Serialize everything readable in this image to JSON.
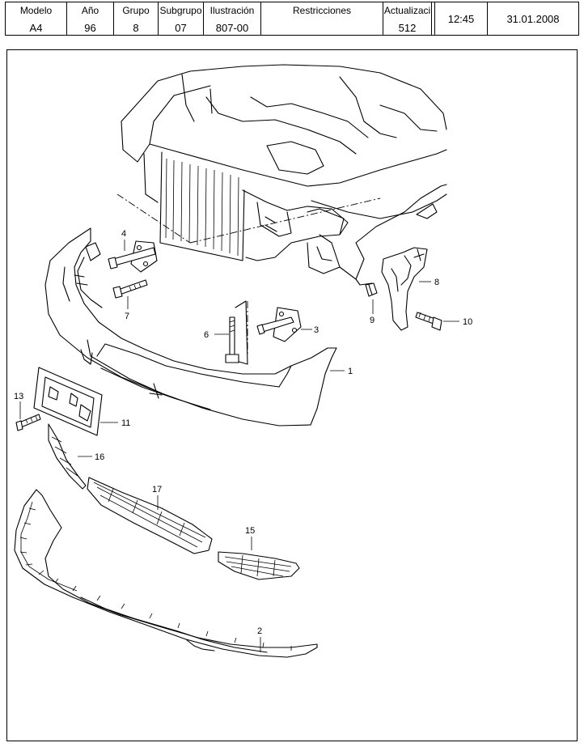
{
  "header": {
    "modelo_label": "Modelo",
    "modelo_value": "A4",
    "anio_label": "Año",
    "anio_value": "96",
    "grupo_label": "Grupo",
    "grupo_value": "8",
    "subgrupo_label": "Subgrupo",
    "subgrupo_value": "07",
    "ilustracion_label": "Ilustración",
    "ilustracion_value": "807-00",
    "restricciones_label": "Restricciones",
    "actualizacion_label": "Actualizaci",
    "actualizacion_value": "512",
    "time": "12:45",
    "date": "31.01.2008"
  },
  "callouts": {
    "c1": "1",
    "c2": "2",
    "c3": "3",
    "c4": "4",
    "c6": "6",
    "c7": "7",
    "c8": "8",
    "c9": "9",
    "c10": "10",
    "c11": "11",
    "c13": "13",
    "c15": "15",
    "c16": "16",
    "c17": "17"
  }
}
